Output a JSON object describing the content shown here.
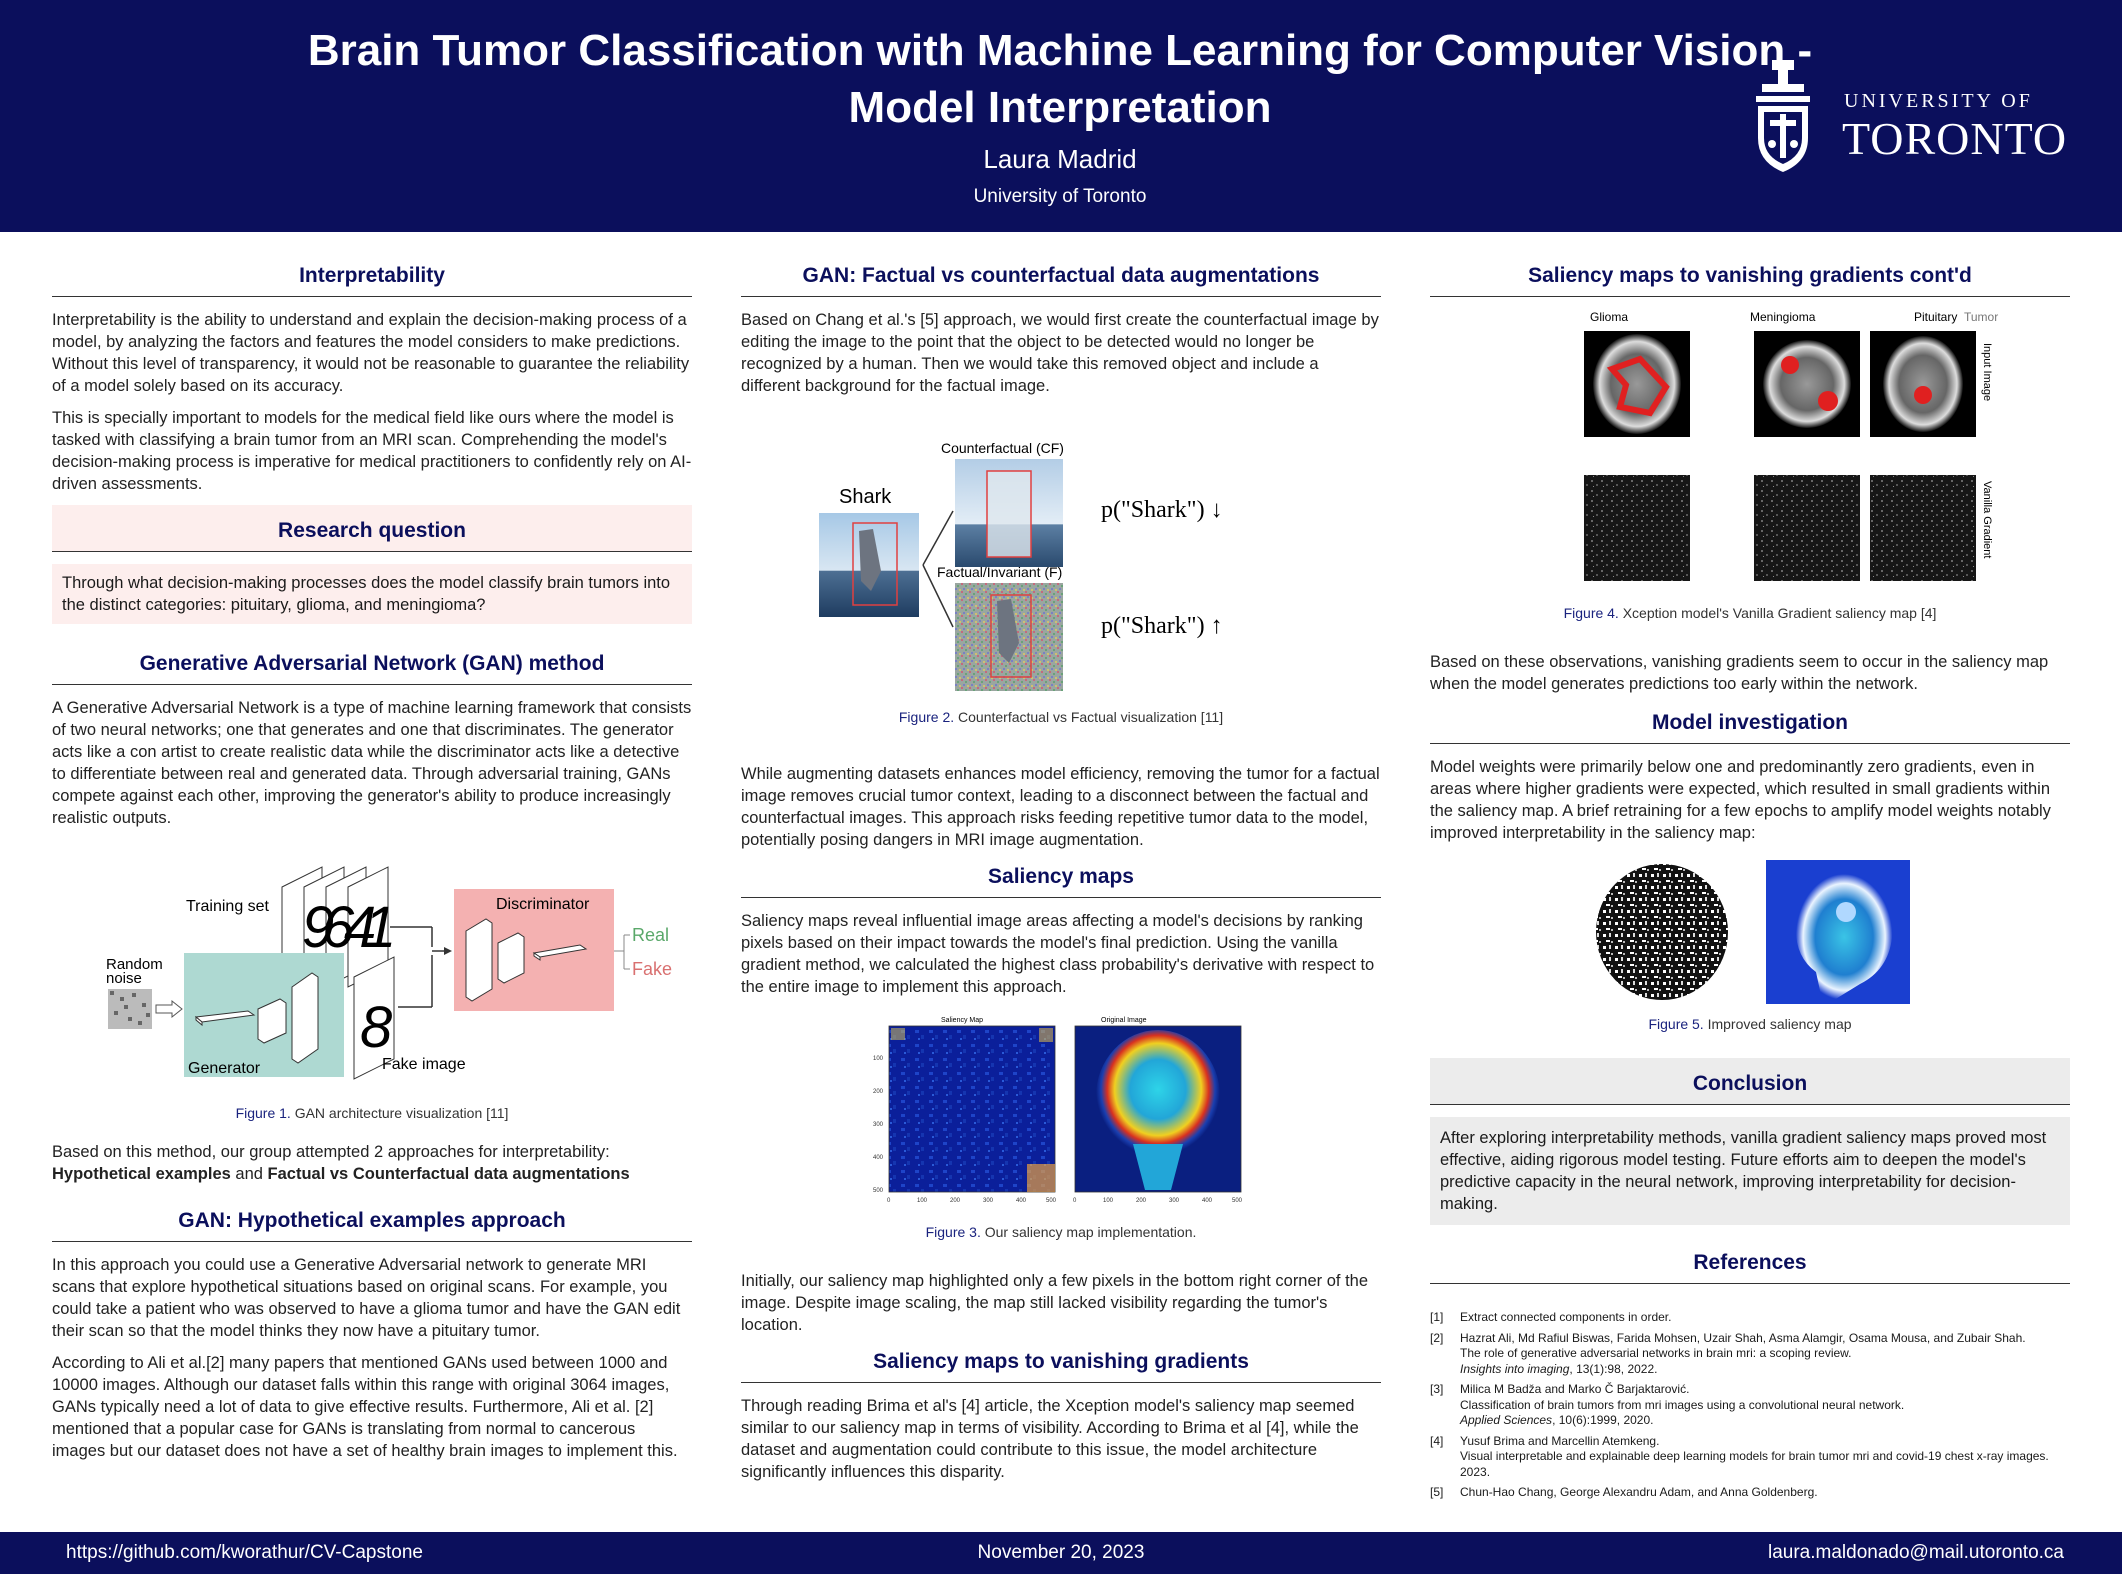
{
  "header": {
    "title": "Brain Tumor Classification with Machine Learning for Computer Vision - Model Interpretation",
    "author": "Laura Madrid",
    "affiliation": "University of Toronto",
    "logo_line1": "UNIVERSITY OF",
    "logo_line2": "TORONTO"
  },
  "col1": {
    "interp_title": "Interpretability",
    "interp_p1": "Interpretability is the ability to understand and explain the decision-making process of a model, by analyzing the factors and features the model considers to make predictions. Without this level of transparency, it would not be reasonable to guarantee the reliability of a model solely based on its accuracy.",
    "interp_p2": "This is specially important to models for the medical field like ours where the model is tasked with classifying a brain tumor from an MRI scan. Comprehending the model's decision-making process is imperative for medical practitioners to confidently rely on AI-driven assessments.",
    "rq_title": "Research question",
    "rq_text": "Through what decision-making processes does the model classify brain tumors into the distinct categories: pituitary, glioma, and meningioma?",
    "gan_title": "Generative Adversarial Network (GAN) method",
    "gan_p1": "A Generative Adversarial Network is a type of machine learning framework that consists of two neural networks; one that generates and one that discriminates. The generator acts like a con artist to create realistic data while the discriminator acts like a detective to differentiate between real and generated data. Through adversarial training, GANs compete against each other, improving the generator's ability to produce increasingly realistic outputs.",
    "fig1": {
      "training_set": "Training set",
      "random_noise_1": "Random",
      "random_noise_2": "noise",
      "generator": "Generator",
      "fake_image": "Fake image",
      "discriminator": "Discriminator",
      "real": "Real",
      "fake": "Fake",
      "digits": [
        "9",
        "6",
        "4",
        "1"
      ],
      "fake_digit": "8"
    },
    "fig1_num": "Figure 1.",
    "fig1_caption": " GAN architecture visualization [11]",
    "approaches_p": "Based on this method, our group attempted 2 approaches for interpretability:",
    "approaches_b1": "Hypothetical examples",
    "approaches_and": " and ",
    "approaches_b2": "Factual vs Counterfactual data augmentations",
    "hyp_title": "GAN: Hypothetical examples approach",
    "hyp_p1": "In this approach you could use a Generative Adversarial network to generate MRI scans that explore hypothetical situations based on original scans. For example, you could take a patient who was observed to have a glioma tumor and have the GAN edit their scan so that the model thinks they now have a pituitary tumor.",
    "hyp_p2": "According to Ali et al.[2] many papers that mentioned GANs used between 1000 and 10000 images. Although our dataset falls within this range with original 3064 images, GANs typically need a lot of data to give effective results. Furthermore, Ali et al. [2] mentioned that a popular case for GANs is translating from normal to cancerous images but our dataset does not have a set of healthy brain images to implement this."
  },
  "col2": {
    "fvc_title": "GAN: Factual vs counterfactual data augmentations",
    "fvc_p1": "Based on Chang et al.'s [5] approach, we would first create the counterfactual image by editing the image to the point that the object to be detected would no longer be recognized by a human. Then we would take this removed object and include a different background for the factual image.",
    "fig2": {
      "cf_label": "Counterfactual (CF)",
      "shark_label": "Shark",
      "f_label": "Factual/Invariant (F)",
      "prob_down": "p(\"Shark\") ↓",
      "prob_up": "p(\"Shark\") ↑"
    },
    "fig2_num": "Figure 2.",
    "fig2_caption": " Counterfactual vs Factual visualization [11]",
    "fvc_p2": "While augmenting datasets enhances model efficiency, removing the tumor for a factual image removes crucial tumor context, leading to a disconnect between the factual and counterfactual images. This approach risks feeding repetitive tumor data to the model, potentially posing dangers in MRI image augmentation.",
    "sal_title": "Saliency maps",
    "sal_p1": "Saliency maps reveal influential image areas affecting a model's decisions by ranking pixels based on their impact towards the model's final prediction. Using the vanilla gradient method, we calculated the highest class probability's derivative with respect to the entire image to implement this approach.",
    "fig3": {
      "left_title": "Saliency Map",
      "right_title": "Original Image",
      "y_ticks": [
        "100",
        "200",
        "300",
        "400",
        "500"
      ],
      "x_ticks": [
        "0",
        "100",
        "200",
        "300",
        "400",
        "500"
      ]
    },
    "fig3_num": "Figure 3.",
    "fig3_caption": " Our saliency map implementation.",
    "sal_p2": "Initially, our saliency map highlighted only a few pixels in the bottom right corner of the image. Despite image scaling, the map still lacked visibility regarding the tumor's location.",
    "van_title": "Saliency maps to vanishing gradients",
    "van_p1": "Through reading Brima et al's [4] article, the Xception model's saliency map seemed similar to our saliency map in terms of visibility. According to Brima et al [4], while the dataset and augmentation could contribute to this issue, the model architecture significantly influences this disparity."
  },
  "col3": {
    "cont_title": "Saliency maps to vanishing gradients cont'd",
    "fig4": {
      "glioma": "Glioma",
      "meningioma": "Meningioma",
      "pituitary": "Pituitary",
      "tumor": "Tumor",
      "input_image": "Input Image",
      "vanilla_gradient": "Vanilla Gradient"
    },
    "fig4_num": "Figure 4.",
    "fig4_caption": " Xception model's Vanilla Gradient saliency map [4]",
    "cont_p1": "Based on these observations, vanishing gradients seem to occur in the saliency map when the model generates predictions too early within the network.",
    "inv_title": "Model investigation",
    "inv_p1": "Model weights were primarily below one and predominantly zero gradients, even in areas where higher gradients were expected, which resulted in small gradients within the saliency map. A brief retraining for a few epochs to amplify model weights notably improved interpretability in the saliency map:",
    "fig5_num": "Figure 5.",
    "fig5_caption": " Improved saliency map",
    "conc_title": "Conclusion",
    "conc_text": "After exploring interpretability methods, vanilla gradient saliency maps proved most effective, aiding rigorous model testing. Future efforts aim to deepen the model's predictive capacity in the neural network, improving interpretability for decision-making.",
    "ref_title": "References",
    "refs": [
      {
        "num": "[1]",
        "a": "Extract connected components in order.",
        "b": "",
        "j": "",
        "c": ""
      },
      {
        "num": "[2]",
        "a": "Hazrat Ali, Md Rafiul Biswas, Farida Mohsen, Uzair Shah, Asma Alamgir, Osama Mousa, and Zubair Shah.",
        "b": "The role of generative adversarial networks in brain mri: a scoping review.",
        "j": "Insights into imaging",
        "c": ", 13(1):98, 2022."
      },
      {
        "num": "[3]",
        "a": "Milica M Badža and Marko Č Barjaktarović.",
        "b": "Classification of brain tumors from mri images using a convolutional neural network.",
        "j": "Applied Sciences",
        "c": ", 10(6):1999, 2020."
      },
      {
        "num": "[4]",
        "a": "Yusuf Brima and Marcellin Atemkeng.",
        "b": "Visual interpretable and explainable deep learning models for brain tumor mri and covid-19 chest x-ray images.",
        "j": "",
        "c": "2023."
      },
      {
        "num": "[5]",
        "a": "Chun-Hao Chang, George Alexandru Adam, and Anna Goldenberg.",
        "b": "",
        "j": "",
        "c": ""
      }
    ]
  },
  "footer": {
    "left": "https://github.com/kworathur/CV-Capstone",
    "middle": "November 20, 2023",
    "right": "laura.maldonado@mail.utoronto.ca"
  }
}
